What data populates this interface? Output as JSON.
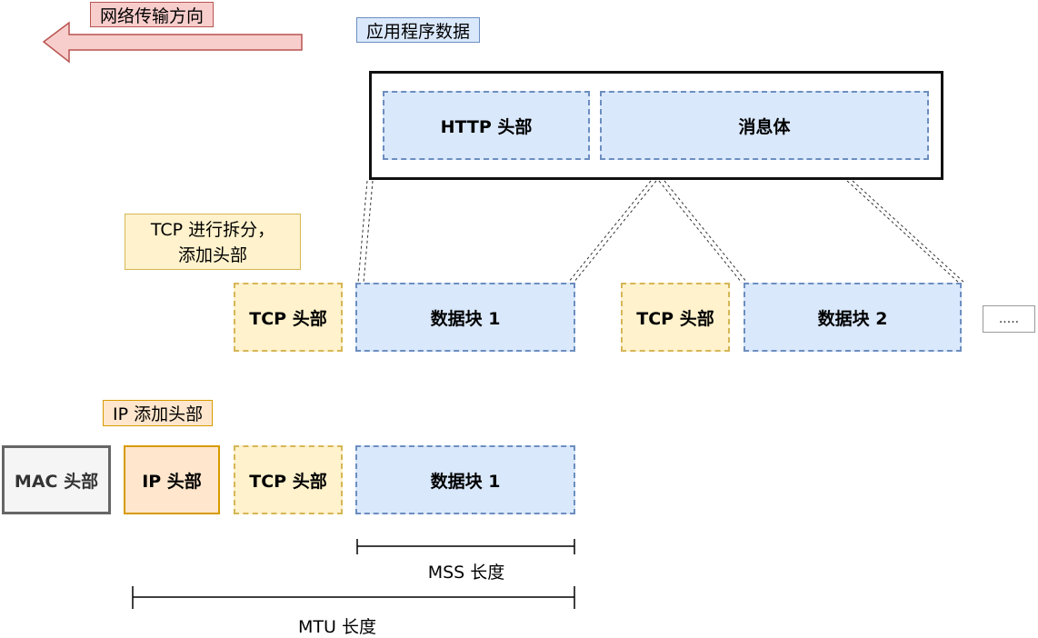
{
  "labels": {
    "direction": "网络传输方向",
    "app_data": "应用程序数据",
    "tcp_split_line1": "TCP 进行拆分，",
    "tcp_split_line2": "添加头部",
    "ip_add_header": "IP 添加头部",
    "mss": "MSS 长度",
    "mtu": "MTU 长度"
  },
  "app_message": {
    "http_header": "HTTP 头部",
    "body": "消息体"
  },
  "tcp_segments": [
    {
      "tcp_header": "TCP 头部",
      "data": "数据块 1"
    },
    {
      "tcp_header": "TCP 头部",
      "data": "数据块 2"
    }
  ],
  "ellipsis": ".....",
  "ip_packet": {
    "mac_header": "MAC 头部",
    "ip_header": "IP 头部",
    "tcp_header": "TCP 头部",
    "data": "数据块 1"
  },
  "colors": {
    "blue_fill": "#dae8fc",
    "blue_stroke": "#6c8ebf",
    "yellow_fill": "#fff2cc",
    "yellow_stroke": "#d6b656",
    "orange_fill": "#ffe6cc",
    "orange_stroke": "#d79b00",
    "pink_fill": "#f8cecc",
    "pink_stroke": "#b85450"
  }
}
